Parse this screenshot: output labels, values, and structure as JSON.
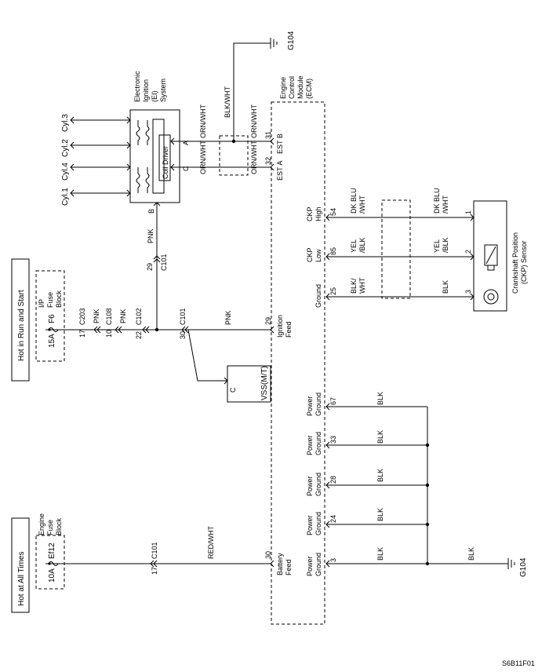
{
  "diagram_code": "S6B11F01",
  "power_labels": {
    "run_start": "Hot  in Run and Start",
    "at_all_times": "Hot at All Times"
  },
  "fuses": {
    "ip": {
      "block": [
        "I/P",
        "Fuse",
        "Block"
      ],
      "id": "F6",
      "rating": "15A"
    },
    "engine": {
      "block": [
        "Engine",
        "Fuse",
        "Block"
      ],
      "id": "Ef12",
      "rating": "10A"
    }
  },
  "ground_g104": "G104",
  "ecm_label": [
    "Engine",
    "Control",
    "Module",
    "(ECM)"
  ],
  "ei_label": [
    "Electronic",
    "Ignition",
    "(EI)",
    "System"
  ],
  "coil_driver": "Coil Driver",
  "cylinders": [
    "Cyl.3",
    "Cyl.2",
    "Cyl.4",
    "Cyl.1"
  ],
  "ei_terminals": {
    "a": "A",
    "c": "C",
    "b": "B"
  },
  "wires": {
    "blk_wht": "BLK/WHT",
    "orn_wht": "ORN/WHT",
    "pnk": "PNK",
    "red_wht": "RED/WHT",
    "blk": "BLK",
    "dk_blu_wht": [
      "DK BLU",
      "/WHT"
    ],
    "yel_blk": [
      "YEL",
      "/BLK"
    ],
    "blk_wht_split": [
      "BLK/",
      "WHT"
    ]
  },
  "ecm_pins": {
    "est_b": {
      "pin": "31",
      "name": "EST B"
    },
    "est_a": {
      "pin": "32",
      "name": "EST A"
    },
    "ckp_high": {
      "pin": "54",
      "name": [
        "CKP",
        "High"
      ]
    },
    "ckp_low": {
      "pin": "85",
      "name": [
        "CKP",
        "Low"
      ]
    },
    "ground": {
      "pin": "25",
      "name": "Ground"
    },
    "ign_feed": {
      "pin": "29",
      "name": [
        "Ignition",
        "Feed"
      ]
    },
    "bat_feed": {
      "pin": "30",
      "name": [
        "Battery",
        "Feed"
      ]
    },
    "pg67": {
      "pin": "67",
      "name": [
        "Power",
        "Ground"
      ]
    },
    "pg33": {
      "pin": "33",
      "name": [
        "Power",
        "Ground"
      ]
    },
    "pg28": {
      "pin": "28",
      "name": [
        "Power",
        "Ground"
      ]
    },
    "pg24": {
      "pin": "24",
      "name": [
        "Power",
        "Ground"
      ]
    },
    "pg3": {
      "pin": "3",
      "name": [
        "Power",
        "Ground"
      ]
    }
  },
  "connectors": {
    "c203": {
      "pin": "17",
      "name": "C203"
    },
    "c108": {
      "pin": "10",
      "name": "C108"
    },
    "c102": {
      "pin": "22",
      "name": "C102"
    },
    "c101a": {
      "pin": "30",
      "name": "C101"
    },
    "c101b": {
      "pin": "29",
      "name": "C101"
    },
    "c101c": {
      "pin": "17",
      "name": "C101"
    }
  },
  "vss": {
    "label": "VSS(M/T)",
    "pin": "C"
  },
  "ckp_sensor": {
    "label": [
      "Crankshaft Position",
      "(CKP) Sensor"
    ],
    "pins": [
      "1",
      "2",
      "3"
    ]
  }
}
